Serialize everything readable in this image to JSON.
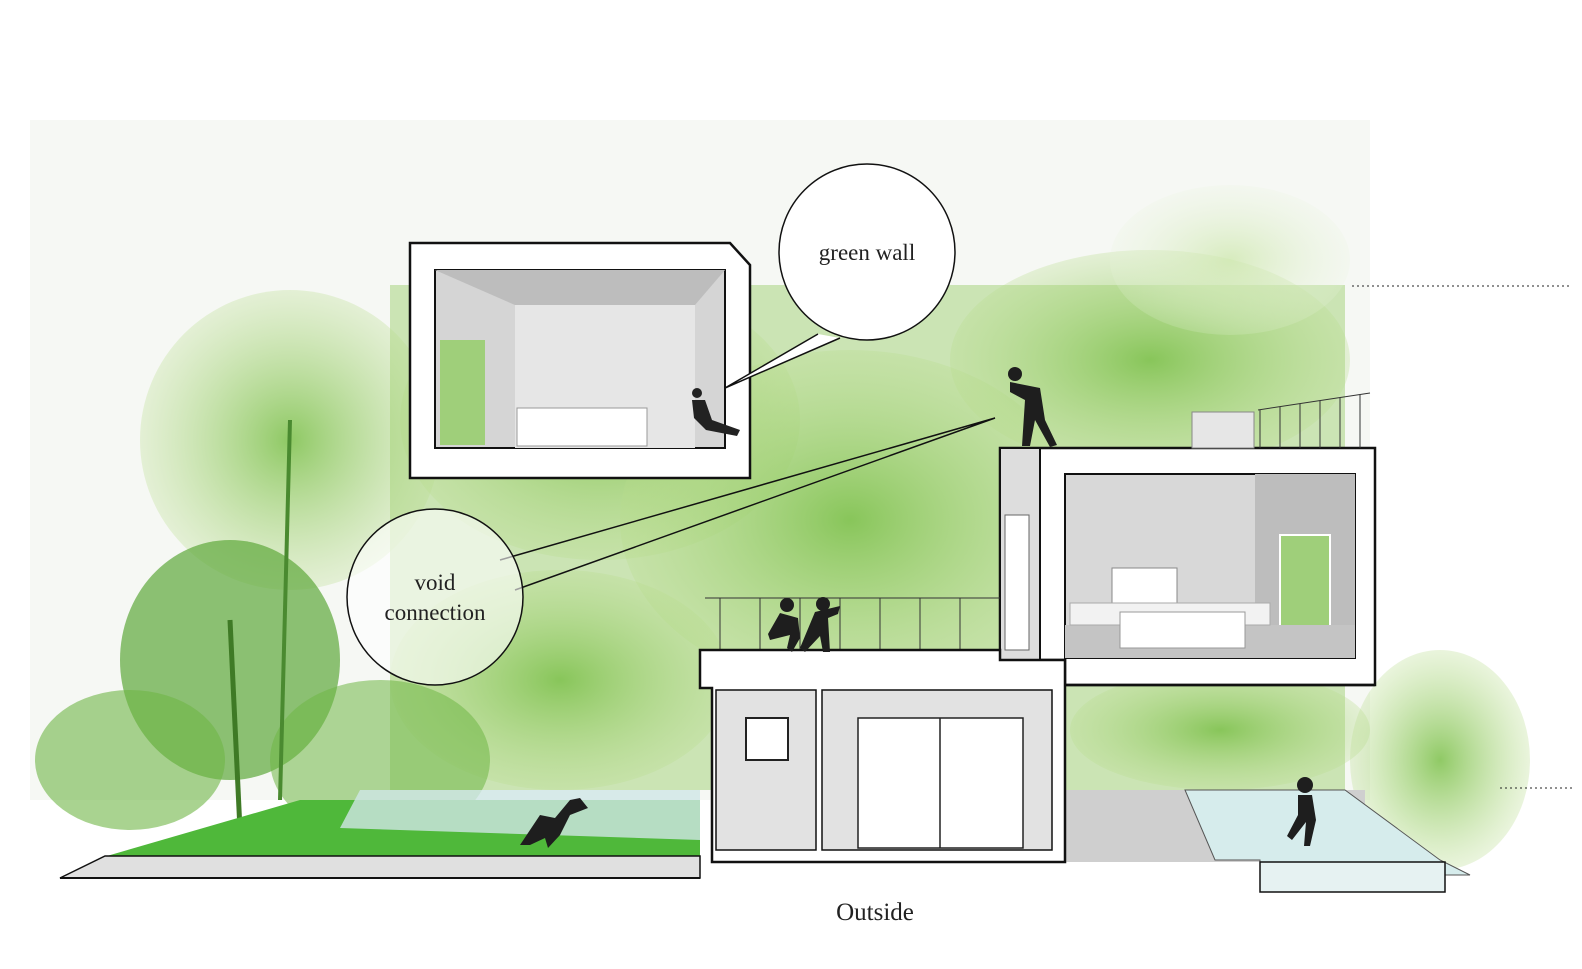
{
  "diagram": {
    "callouts": [
      {
        "id": "green-wall",
        "text": "green wall"
      },
      {
        "id": "void-connection",
        "line1": "void",
        "line2": "connection"
      }
    ],
    "ground_label": "Outside",
    "colors": {
      "green_dark": "#3f8f2a",
      "green_mid": "#7cc04a",
      "green_light": "#cfe8b0",
      "wall": "#ffffff",
      "interior": "#d9d9d9",
      "outline": "#111111"
    }
  }
}
